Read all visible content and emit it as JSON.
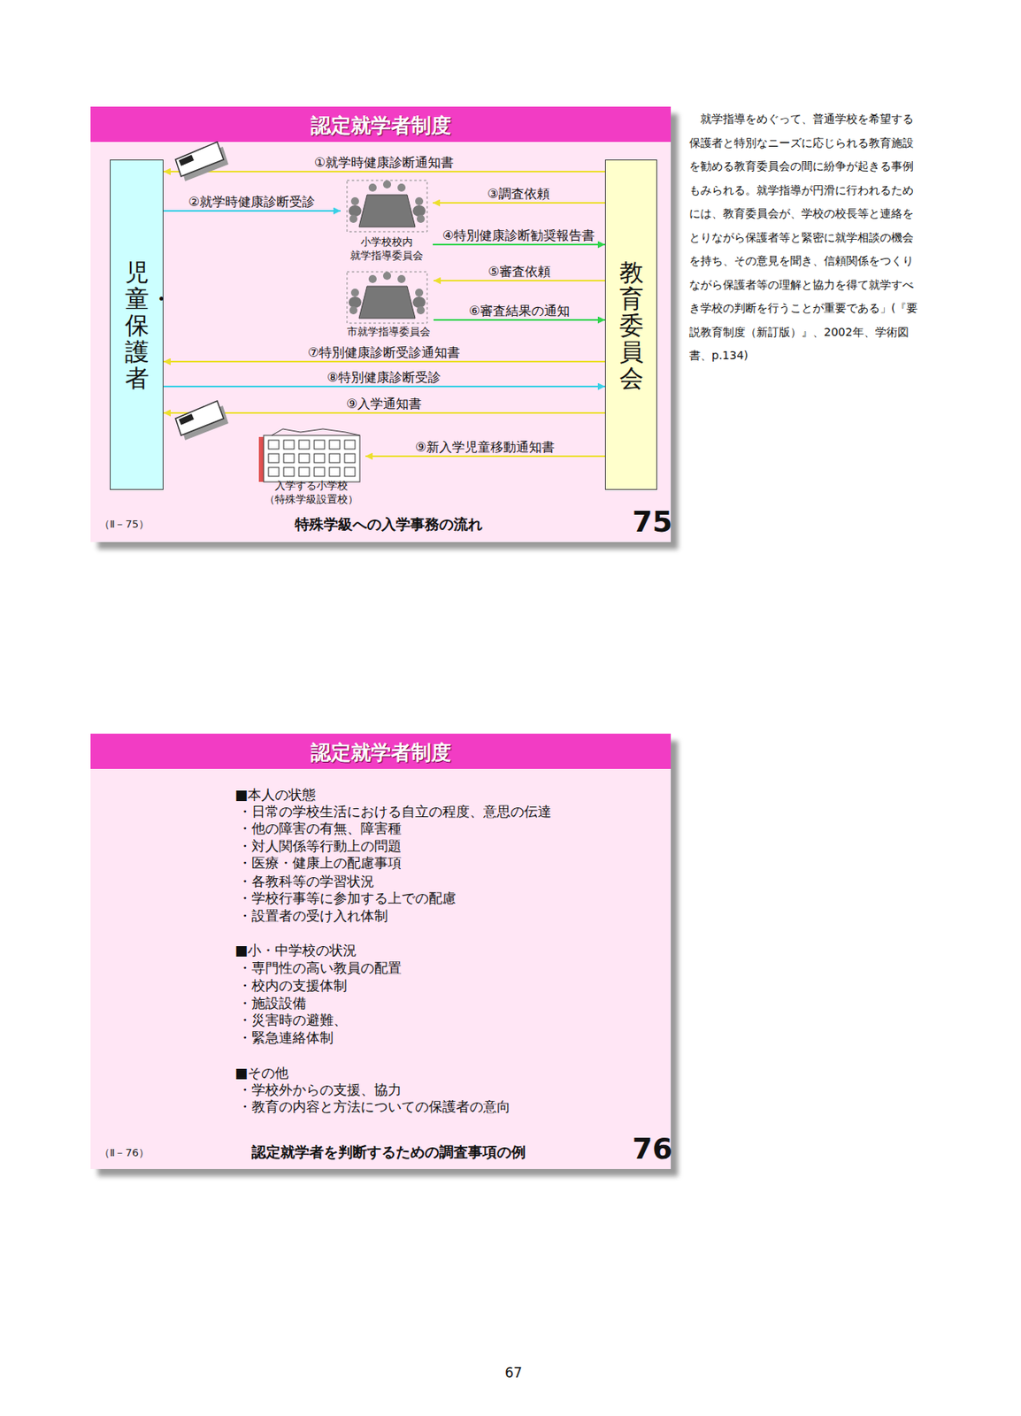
{
  "diagram": {
    "title": "認定就学者制度",
    "nodes": [
      {
        "text": [
          "認定就学者制度",
          "特殊学級への入学事務の流れ"
        ]
      },
      {
        "text": [
          "児童・保護者"
        ],
        "in": 0
      },
      {
        "text": [
          "教育委員会"
        ],
        "in": 0
      },
      {
        "text": [
          "小学校校内 就学指導委員会"
        ],
        "in": 0
      },
      {
        "text": [
          "市就学指導委員会"
        ],
        "in": 0
      },
      {
        "text": [
          "入学する小学校 （特殊学級設置校）"
        ],
        "in": 0
      },
      {
        "text": [
          "認定就学者制度",
          "■本人の状態",
          "・日常の学校生活における自立の程度、意思の伝達",
          "・他の障害の有無、障害種",
          "・対人関係等行動上の問題",
          "・医療・健康上の配慮事項",
          "・各教科等の学習状況",
          "・学校行事等に参加する上での配慮",
          "・設置者の受け入れ体制",
          "■小・中学校の状況",
          "・専門性の高い教員の配置",
          "・校内の支援体制",
          "・施設設備",
          "・災害時の避難、",
          "・緊急連絡体制",
          "■その他",
          "・学校外からの支援、協力",
          "・教育の内容と方法についての保護者の意向",
          "認定就学者を判断するための調査事項の例"
        ]
      }
    ],
    "edges": [
      {
        "from": 2,
        "to": 1,
        "label": "①就学時健康診断通知書",
        "arrow": "to"
      },
      {
        "from": 1,
        "to": 3,
        "label": "②就学時健康診断受診",
        "arrow": "to"
      },
      {
        "from": 2,
        "to": 3,
        "label": "③調査依頼",
        "arrow": "to"
      },
      {
        "from": 3,
        "to": 2,
        "label": "④特別健康診断勧奨報告書",
        "arrow": "to"
      },
      {
        "from": 2,
        "to": 4,
        "label": "⑤審査依頼",
        "arrow": "to"
      },
      {
        "from": 4,
        "to": 2,
        "label": "⑥審査結果の通知",
        "arrow": "to"
      },
      {
        "from": 2,
        "to": 1,
        "label": "⑦特別健康診断受診通知書",
        "arrow": "to"
      },
      {
        "from": 1,
        "to": 2,
        "label": "⑧特別健康診断受診",
        "arrow": "to"
      },
      {
        "from": 2,
        "to": 1,
        "label": "⑨入学通知書",
        "arrow": "to"
      },
      {
        "from": 2,
        "to": 5,
        "label": "⑨新入学児童移動通知書",
        "arrow": "to"
      }
    ],
    "labels": [
      "（Ⅱ－75）",
      "75",
      "（Ⅱ－76）",
      "76",
      "就学指導をめぐって、普通学校を希望する保護者と特別なニーズに応じられる教育施設を勧める教育委員会の間に紛争が起きる事例もみられる。就学指導が円滑に行われるためには、教育委員会が、学校の校長等と連絡をとりながら保護者等と緊密に就学相談の機会を持ち、その意見を聞き、信頼関係をつくりながら保護者等の理解と協力を得て就学すべき学校の判断を行うことが重要である」(『要説教育制度（新訂版）』、2002年、学術図書、p.134)",
      "67"
    ]
  }
}
